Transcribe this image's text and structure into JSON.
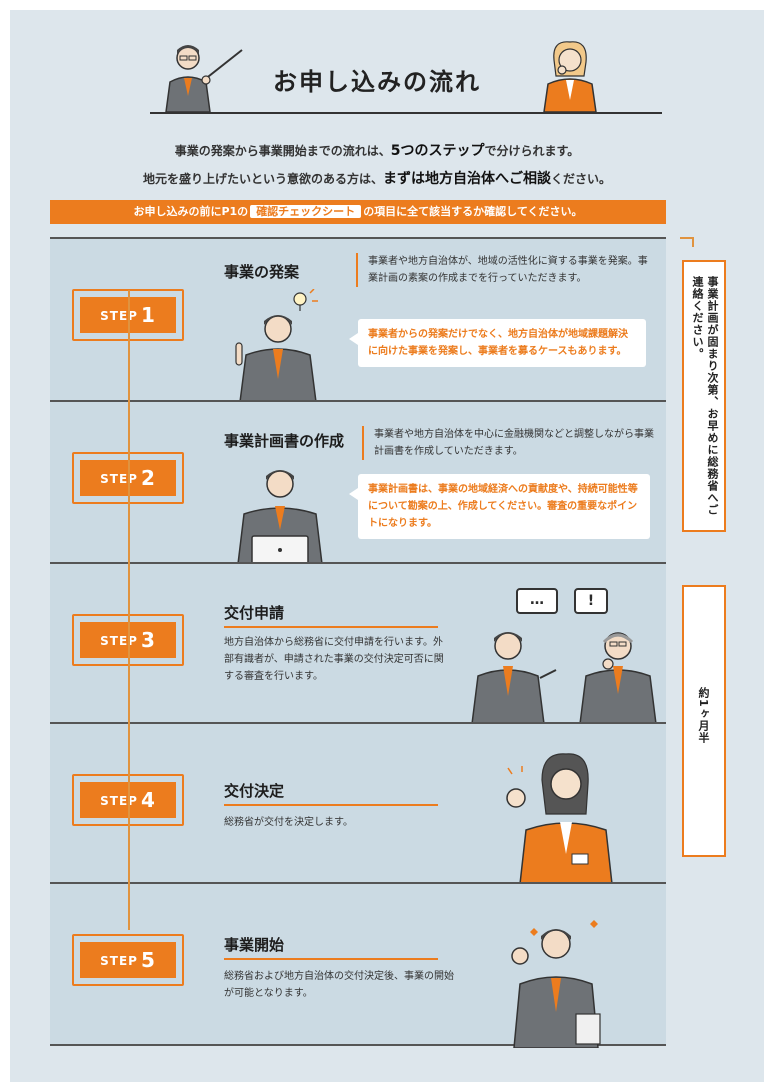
{
  "title": "お申し込みの流れ",
  "intro": {
    "line1_pre": "事業の発案から事業開始までの流れは、",
    "line1_bold": "5つのステップ",
    "line1_post": "で分けられます。",
    "line2_pre": "地元を盛り上げたいという意欲のある方は、",
    "line2_bold": "まずは地方自治体へご相談",
    "line2_post": "ください。"
  },
  "notice": {
    "pre": "お申し込みの前にP1の",
    "tag": "確認チェックシート",
    "post": "の項目に全て該当するか確認してください。"
  },
  "steps": [
    {
      "badge_word": "STEP",
      "badge_num": "1",
      "title": "事業の発案",
      "desc": "事業者や地方自治体が、地域の活性化に資する事業を発案。事業計画の素案の作成までを行っていただきます。",
      "callout": "事業者からの発案だけでなく、地方自治体が地域課題解決に向けた事業を発案し、事業者を募るケースもあります。"
    },
    {
      "badge_word": "STEP",
      "badge_num": "2",
      "title": "事業計画書の作成",
      "desc": "事業者や地方自治体を中心に金融機関などと調整しながら事業計画書を作成していただきます。",
      "callout": "事業計画書は、事業の地域経済への貢献度や、持続可能性等について勘案の上、作成してください。審査の重要なポイントになります。"
    },
    {
      "badge_word": "STEP",
      "badge_num": "3",
      "title": "交付申請",
      "desc": "地方自治体から総務省に交付申請を行います。外部有識者が、申請された事業の交付決定可否に関する審査を行います。",
      "bubble_left": "…",
      "bubble_right": "!"
    },
    {
      "badge_word": "STEP",
      "badge_num": "4",
      "title": "交付決定",
      "desc": "総務省が交付を決定します。"
    },
    {
      "badge_word": "STEP",
      "badge_num": "5",
      "title": "事業開始",
      "desc": "総務省および地方自治体の交付決定後、事業の開始が可能となります。"
    }
  ],
  "side_notes": {
    "plan": "事業計画が固まり次第、お早めに総務省へご連絡ください。",
    "duration": "約1ヶ月半"
  },
  "colors": {
    "accent": "#ec7c1e",
    "background": "#dde6ec",
    "band": "#cbdae3"
  }
}
